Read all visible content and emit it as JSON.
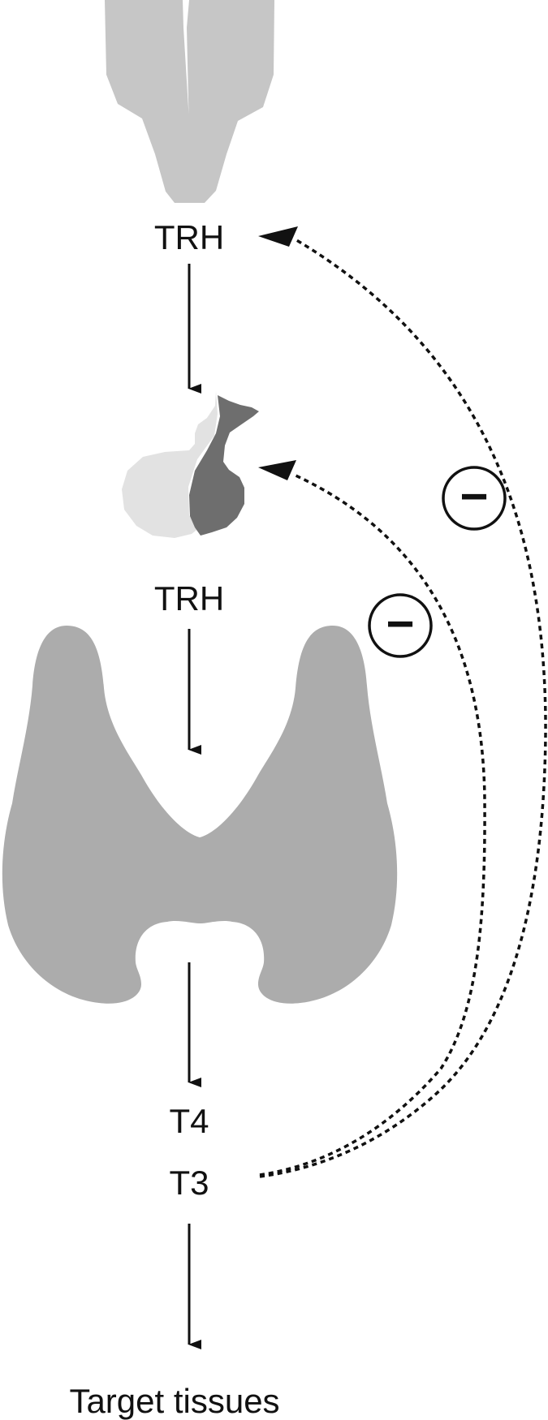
{
  "labels": {
    "trh_top": "TRH",
    "trh_middle": "TRH",
    "t4": "T4",
    "t3": "T3",
    "target": "Target tissues"
  },
  "feedback": {
    "inner_symbol": "−",
    "outer_symbol": "−"
  },
  "colors": {
    "hypothalamus": "#c6c6c6",
    "pituitary_anterior": "#e2e2e2",
    "pituitary_posterior": "#6e6e6e",
    "thyroid": "#acacac",
    "stroke": "#111111"
  }
}
